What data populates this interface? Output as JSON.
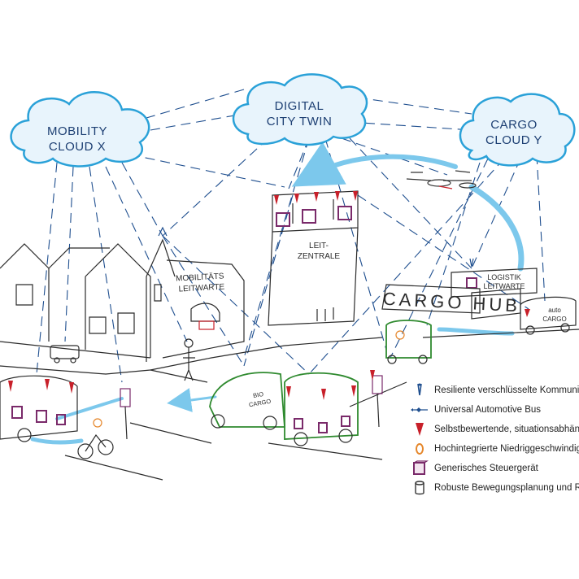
{
  "clouds": {
    "mobility": [
      "MOBILITY",
      "CLOUD X"
    ],
    "digital_twin": [
      "DIGITAL",
      "CITY TWIN"
    ],
    "cargo": [
      "CARGO",
      "CLOUD Y"
    ]
  },
  "buildings": {
    "mobility_control": [
      "MOBILITÄTS",
      "LEITWARTE"
    ],
    "central_control": [
      "LEIT-",
      "ZENTRALE"
    ],
    "logistics_control": [
      "LOGISTIK",
      "LEITWARTE"
    ],
    "cargo_hub": "CARGO HUB"
  },
  "vehicles": {
    "bio_cargo": [
      "BIO",
      "CARGO"
    ],
    "auto_cargo": [
      "auto",
      "CARGO"
    ]
  },
  "legend": [
    {
      "icon": "antenna-icon",
      "label": "Resiliente verschlüsselte Kommunikation"
    },
    {
      "icon": "bus-link-icon",
      "label": "Universal Automotive Bus"
    },
    {
      "icon": "red-warning-icon",
      "label": "Selbstbewertende, situationsabhängige Sensorik"
    },
    {
      "icon": "orange-sensor-icon",
      "label": "Hochintegrierte Niedriggeschwindigkeits-Sensorik"
    },
    {
      "icon": "ecu-box-icon",
      "label": "Generisches Steuergerät"
    },
    {
      "icon": "cylinder-icon",
      "label": "Robuste Bewegungsplanung und Regelung"
    }
  ],
  "colors": {
    "cloud_fill": "#e8f4fc",
    "cloud_stroke": "#2aa1d8",
    "link_blue": "#1f4f8f",
    "arrow_blue": "#7cc8ec",
    "warning_red": "#c8202a",
    "ecu_purple": "#7a2a6a",
    "green": "#2f8a2f",
    "orange": "#e5862a"
  }
}
